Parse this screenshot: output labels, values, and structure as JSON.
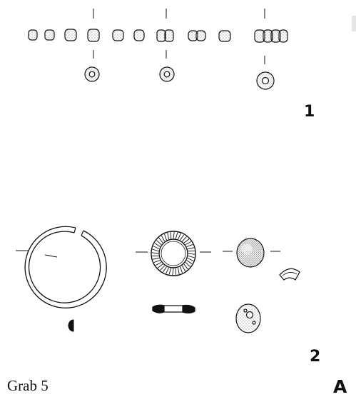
{
  "plate": {
    "group_1_label": "1",
    "group_2_label": "2",
    "grave_caption": "Grab 5",
    "plate_letter": "A"
  },
  "colors": {
    "ink": "#111111",
    "stipple": "#555555",
    "background": "#ffffff"
  }
}
